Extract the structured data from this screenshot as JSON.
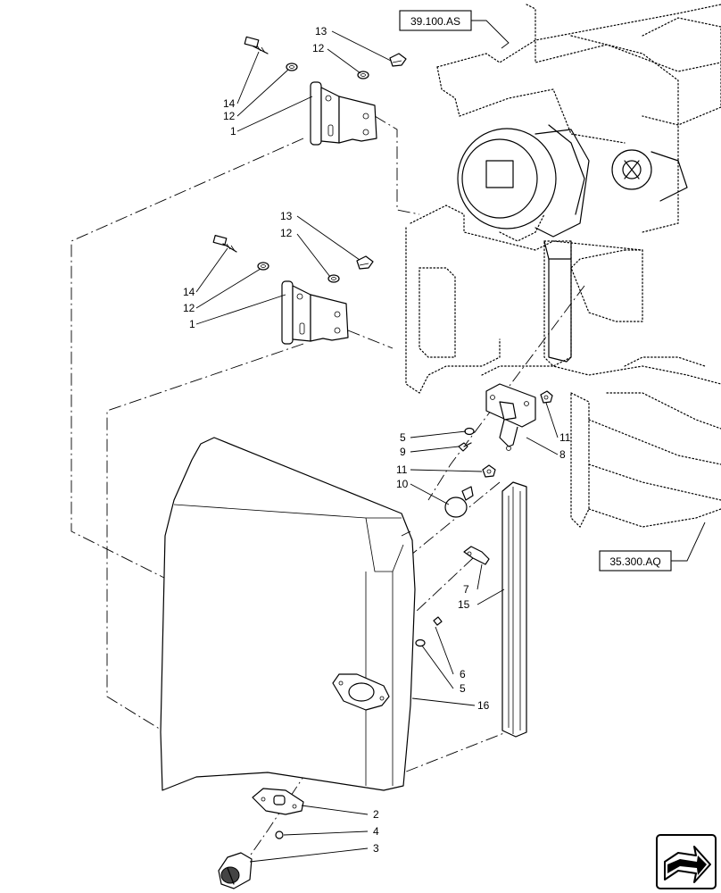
{
  "references": [
    {
      "id": "ref-top",
      "text": "39.100.AS"
    },
    {
      "id": "ref-right",
      "text": "35.300.AQ"
    }
  ],
  "callouts": {
    "upper_hinge": [
      "13",
      "12",
      "14",
      "12",
      "1"
    ],
    "lower_hinge": [
      "13",
      "12",
      "14",
      "12",
      "1"
    ],
    "latch": [
      "5",
      "9",
      "11",
      "10",
      "11",
      "8"
    ],
    "door": [
      "7",
      "15",
      "6",
      "5",
      "16"
    ],
    "handle": [
      "2",
      "4",
      "3"
    ]
  },
  "icons": {
    "navigation": "next-arrow-icon"
  }
}
